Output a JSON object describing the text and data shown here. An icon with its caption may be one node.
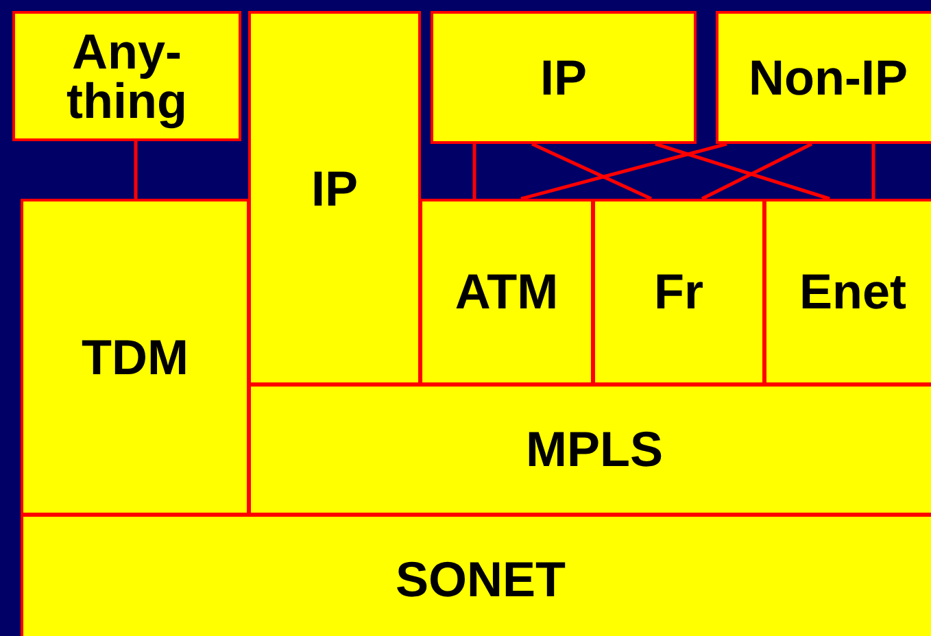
{
  "diagram": {
    "nodes": [
      {
        "text": [
          "Any- thing"
        ]
      },
      {
        "text": [
          "IP"
        ]
      },
      {
        "text": [
          "IP"
        ]
      },
      {
        "text": [
          "Non-IP"
        ]
      },
      {
        "text": [
          "TDM"
        ]
      },
      {
        "text": [
          "ATM"
        ]
      },
      {
        "text": [
          "Fr"
        ]
      },
      {
        "text": [
          "Enet"
        ]
      },
      {
        "text": [
          "MPLS"
        ]
      },
      {
        "text": [
          "SONET"
        ]
      }
    ],
    "edges": [
      {
        "from": 0,
        "to": 4,
        "arrow": "none"
      },
      {
        "from": 2,
        "to": 5,
        "arrow": "none"
      },
      {
        "from": 2,
        "to": 6,
        "arrow": "none"
      },
      {
        "from": 2,
        "to": 7,
        "arrow": "none"
      },
      {
        "from": 3,
        "to": 5,
        "arrow": "none"
      },
      {
        "from": 3,
        "to": 6,
        "arrow": "none"
      },
      {
        "from": 3,
        "to": 7,
        "arrow": "none"
      }
    ]
  }
}
